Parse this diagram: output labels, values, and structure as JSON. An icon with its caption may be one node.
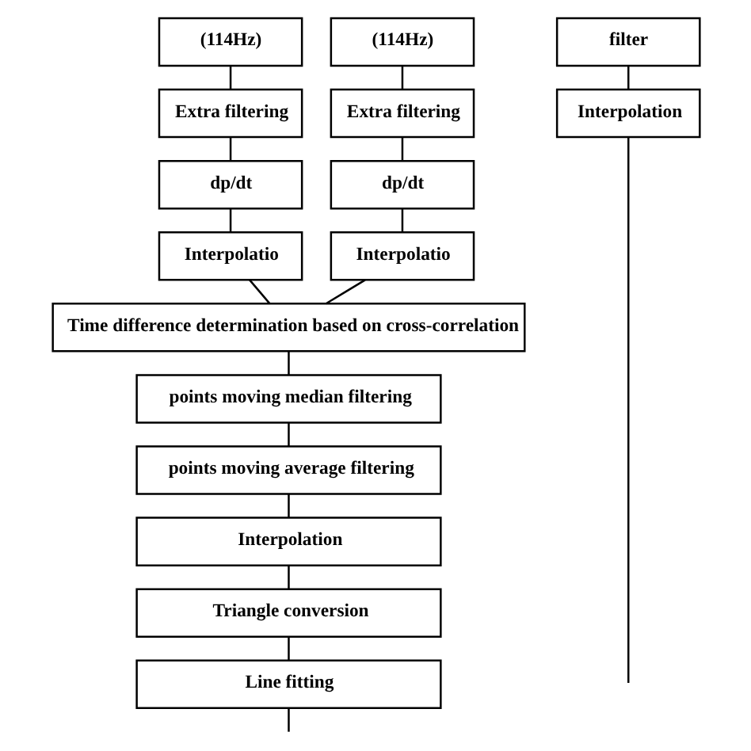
{
  "diagram": {
    "nodes": [
      {
        "text": [
          "(114Hz)"
        ]
      },
      {
        "text": [
          "(114Hz)"
        ]
      },
      {
        "text": [
          "filter"
        ]
      },
      {
        "text": [
          "Extra filtering"
        ]
      },
      {
        "text": [
          "Extra filtering"
        ]
      },
      {
        "text": [
          "Interpolation"
        ]
      },
      {
        "text": [
          "dp/dt"
        ]
      },
      {
        "text": [
          "dp/dt"
        ]
      },
      {
        "text": [
          "Interpolatio"
        ]
      },
      {
        "text": [
          "Interpolatio"
        ]
      },
      {
        "text": [
          "Time difference determination based on cross-correlation"
        ]
      },
      {
        "text": [
          "points moving median filtering"
        ]
      },
      {
        "text": [
          "points moving average filtering"
        ]
      },
      {
        "text": [
          "Interpolation"
        ]
      },
      {
        "text": [
          "Triangle conversion"
        ]
      },
      {
        "text": [
          "Line fitting"
        ]
      }
    ],
    "edges": [
      {
        "from": 0,
        "to": 3,
        "arrow": "none"
      },
      {
        "from": 3,
        "to": 6,
        "arrow": "none"
      },
      {
        "from": 6,
        "to": 8,
        "arrow": "none"
      },
      {
        "from": 8,
        "to": 10,
        "arrow": "none"
      },
      {
        "from": 1,
        "to": 4,
        "arrow": "none"
      },
      {
        "from": 4,
        "to": 7,
        "arrow": "none"
      },
      {
        "from": 7,
        "to": 9,
        "arrow": "none"
      },
      {
        "from": 9,
        "to": 10,
        "arrow": "none"
      },
      {
        "from": 10,
        "to": 11,
        "arrow": "none"
      },
      {
        "from": 11,
        "to": 12,
        "arrow": "none"
      },
      {
        "from": 12,
        "to": 13,
        "arrow": "none"
      },
      {
        "from": 13,
        "to": 14,
        "arrow": "none"
      },
      {
        "from": 14,
        "to": 15,
        "arrow": "none"
      },
      {
        "from": 2,
        "to": 5,
        "arrow": "none"
      },
      {
        "from": 5,
        "to": null,
        "arrow": "none"
      },
      {
        "from": 15,
        "to": null,
        "arrow": "none"
      }
    ]
  }
}
